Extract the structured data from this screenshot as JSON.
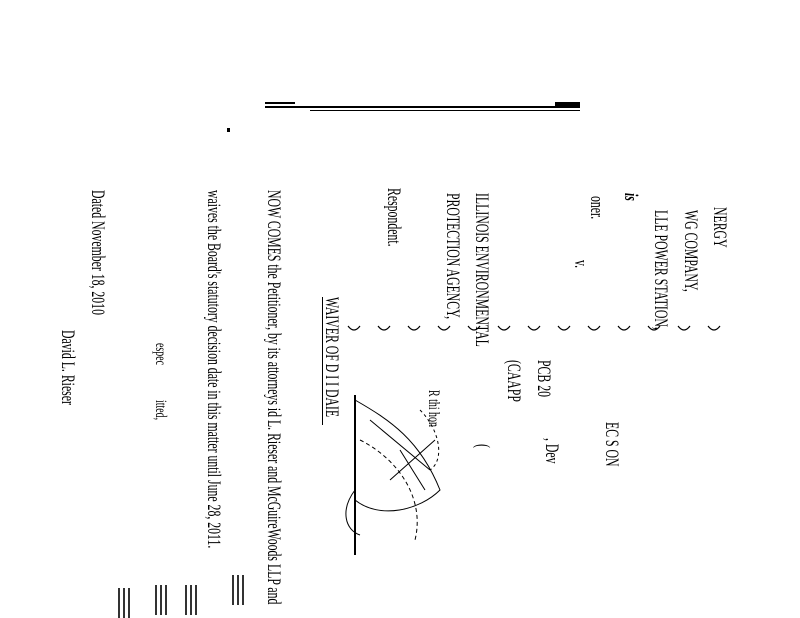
{
  "caption": {
    "petitioner_line1": "NERGY",
    "petitioner_line2": "WG COMPANY,",
    "petitioner_line3": "LLE POWER STATION,",
    "petitioner_is": "is",
    "petitioner_label": "oner.",
    "versus": "v.",
    "respondent_line1": "ILLINOIS ENVIRONMENTAL",
    "respondent_line2": "PROTECTION AGENCY,",
    "respondent_label": "Respondent."
  },
  "case": {
    "fragment1": "EC S ON",
    "fragment2": ", Dev",
    "case_number": "PCB 20",
    "case_type": "(CAAPP",
    "paren": "(",
    "stamp_text": "R  thi  hon"
  },
  "heading": "WAIVER OF D  I I  DAIE",
  "body": {
    "line1": "NOW COMES the Petitioner, by its attorneys    id L. Rieser and McGuireWoods LLP and",
    "line2": "waives the Board's statutory decision date in this matter until June 28, 2011."
  },
  "signature": {
    "respectfully_1": "espec",
    "respectfully_2": "itted,",
    "dated": "Dated November 18, 2010",
    "name": "David L. Rieser"
  }
}
